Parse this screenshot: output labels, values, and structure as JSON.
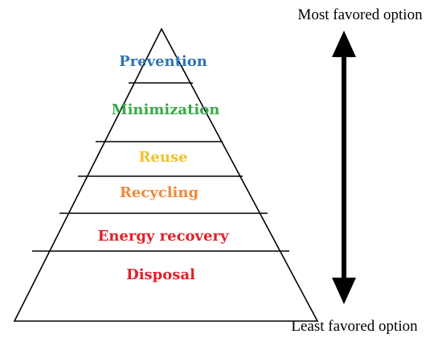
{
  "top_label": "Most favored option",
  "bottom_label": "Least favored option",
  "tiers": [
    {
      "label": "Prevention",
      "color": "#2e75b6"
    },
    {
      "label": "Minimization",
      "color": "#3aa84a"
    },
    {
      "label": "Reuse",
      "color": "#f2c12e"
    },
    {
      "label": "Recycling",
      "color": "#f0883a"
    },
    {
      "label": "Energy recovery",
      "color": "#e0212a"
    },
    {
      "label": "Disposal",
      "color": "#e0212a"
    }
  ],
  "line_color": "#000000"
}
